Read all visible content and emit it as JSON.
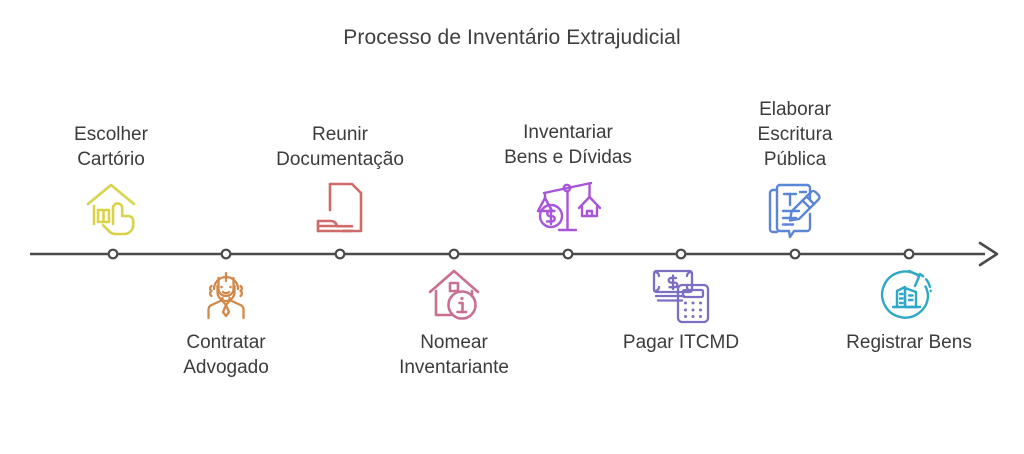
{
  "diagram": {
    "title": "Processo de Inventário Extrajudicial",
    "type": "timeline",
    "orientation": "horizontal",
    "direction": "left-to-right",
    "node_count": 8,
    "axis_color": "#4a4a4a",
    "node_marker": "hollow-circle",
    "text_color": "#3c3c3c",
    "background": "#ffffff"
  },
  "steps": [
    {
      "index": 1,
      "label": "Escolher\nCartório",
      "position": "above",
      "icon": "house-hand-choose-icon",
      "color": "#d8d44a"
    },
    {
      "index": 2,
      "label": "Contratar\nAdvogado",
      "position": "below",
      "icon": "lawyer-person-icon",
      "color": "#d2884a"
    },
    {
      "index": 3,
      "label": "Reunir\nDocumentação",
      "position": "above",
      "icon": "document-stamp-icon",
      "color": "#cf6b68"
    },
    {
      "index": 4,
      "label": "Nomear\nInventariante",
      "position": "below",
      "icon": "house-info-icon",
      "color": "#c9708f"
    },
    {
      "index": 5,
      "label": "Inventariar\nBens e Dívidas",
      "position": "above",
      "icon": "balance-scale-money-house-icon",
      "color": "#a855d8"
    },
    {
      "index": 6,
      "label": "Pagar ITCMD",
      "position": "below",
      "icon": "money-calculator-icon",
      "color": "#7b6fc4"
    },
    {
      "index": 7,
      "label": "Elaborar\nEscritura\nPública",
      "position": "above",
      "icon": "document-pencil-icon",
      "color": "#5b86d6"
    },
    {
      "index": 8,
      "label": "Registrar Bens",
      "position": "below",
      "icon": "building-refresh-icon",
      "color": "#2fa8c8"
    }
  ]
}
